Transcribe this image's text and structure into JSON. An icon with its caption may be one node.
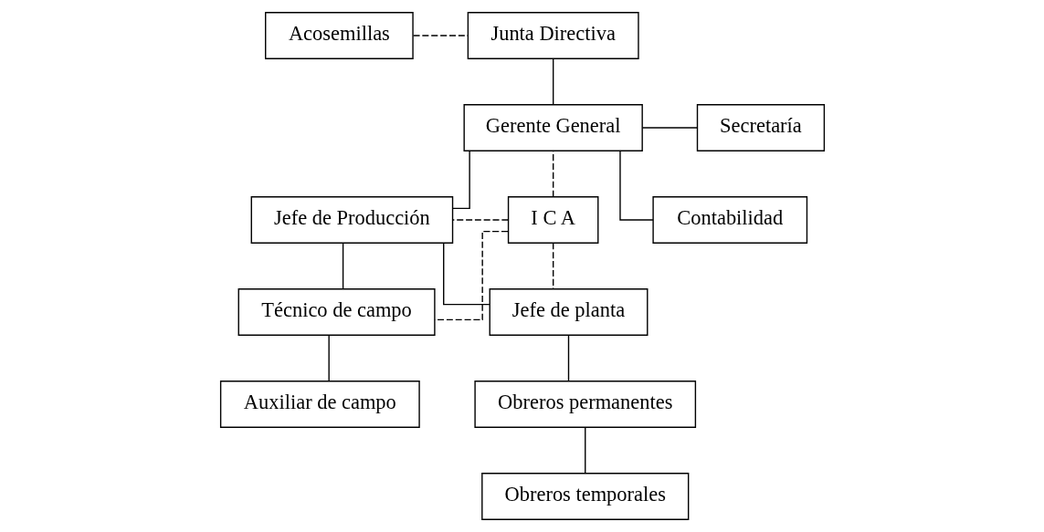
{
  "diagram": {
    "nodes": [
      {
        "text": [
          "Acosemillas"
        ]
      },
      {
        "text": [
          "Junta Directiva"
        ]
      },
      {
        "text": [
          "Gerente General"
        ]
      },
      {
        "text": [
          "Secretaría"
        ]
      },
      {
        "text": [
          "I C A"
        ]
      },
      {
        "text": [
          "Jefe de Producción"
        ]
      },
      {
        "text": [
          "Contabilidad"
        ]
      },
      {
        "text": [
          "Técnico de campo"
        ]
      },
      {
        "text": [
          "Jefe de planta"
        ]
      },
      {
        "text": [
          "Auxiliar de campo"
        ]
      },
      {
        "text": [
          "Obreros permanentes"
        ]
      },
      {
        "text": [
          "Obreros temporales"
        ]
      }
    ],
    "edges": [
      {
        "from": 0,
        "to": 1,
        "arrow": "none",
        "style": "dashed"
      },
      {
        "from": 1,
        "to": 2,
        "arrow": "none"
      },
      {
        "from": 2,
        "to": 3,
        "arrow": "none"
      },
      {
        "from": 2,
        "to": 5,
        "arrow": "none"
      },
      {
        "from": 2,
        "to": 6,
        "arrow": "none"
      },
      {
        "from": 4,
        "to": 2,
        "arrow": "none",
        "style": "dashed"
      },
      {
        "from": 4,
        "to": 5,
        "arrow": "none",
        "style": "dashed"
      },
      {
        "from": 4,
        "to": 7,
        "arrow": "none",
        "style": "dashed"
      },
      {
        "from": 4,
        "to": 8,
        "arrow": "none",
        "style": "dashed"
      },
      {
        "from": 5,
        "to": 7,
        "arrow": "none"
      },
      {
        "from": 5,
        "to": 8,
        "arrow": "none"
      },
      {
        "from": 7,
        "to": 9,
        "arrow": "none"
      },
      {
        "from": 8,
        "to": 10,
        "arrow": "none"
      },
      {
        "from": 10,
        "to": 11,
        "arrow": "none"
      }
    ]
  }
}
